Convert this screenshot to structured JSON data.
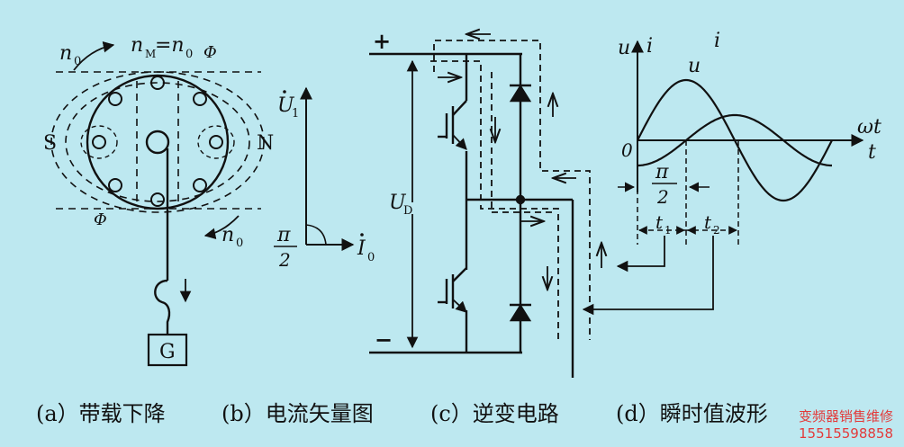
{
  "captions": {
    "a": "(a）带载下降",
    "b": "(b）电流矢量图",
    "c": "(c）逆变电路",
    "d": "(d）瞬时值波形"
  },
  "motor": {
    "n0_top": "n",
    "n0_top_sub": "0",
    "nm_label": "n",
    "nm_sub": "M",
    "nm_eq": "=n",
    "nm_eq_sub": "0",
    "phi_top": "Φ",
    "phi_bottom": "Φ",
    "pole_s": "S",
    "pole_n": "N",
    "n0_bottom": "n",
    "n0_bottom_sub": "0",
    "load": "G"
  },
  "vector": {
    "u1": "U",
    "u1_sub": "1",
    "i0": "I",
    "i0_sub": "0",
    "angle_num": "π",
    "angle_den": "2"
  },
  "inverter": {
    "plus": "+",
    "minus": "−",
    "ud": "U",
    "ud_sub": "D"
  },
  "waveform": {
    "axis_ui": "u",
    "axis_ui_i": "i",
    "legend_i": "i",
    "curve_u": "u",
    "origin": "0",
    "wt": "ωt",
    "t": "t",
    "phase_num": "π",
    "phase_den": "2",
    "t1": "t",
    "t1_sub": "1",
    "t2": "t",
    "t2_sub": "2"
  },
  "watermark": {
    "line1": "变频器销售维修",
    "line2": "15515598858"
  },
  "colors": {
    "background": "#bde8f0",
    "ink": "#111111",
    "watermark": "#e33a3a"
  }
}
